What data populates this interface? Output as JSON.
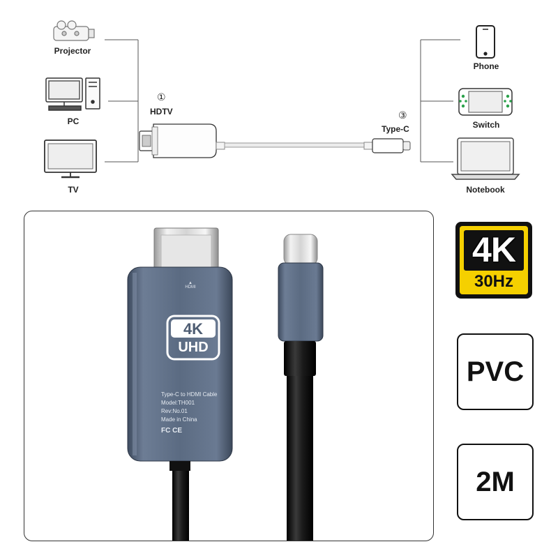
{
  "diagram": {
    "left_devices": [
      "Projector",
      "PC",
      "TV"
    ],
    "right_devices": [
      "Phone",
      "Switch",
      "Notebook"
    ],
    "hdtv": {
      "marker": "①",
      "label": "HDTV"
    },
    "typec": {
      "marker": "③",
      "label": "Type-C"
    }
  },
  "product": {
    "hdmi_mark": "HDMI",
    "uhd_badge": {
      "top": "4K",
      "bottom": "UHD"
    },
    "spec_lines": [
      "Type-C to HDMI Cable",
      "Model:TH001",
      "Rev:No.01",
      "Made in China"
    ],
    "cert_marks": "FC CE"
  },
  "badges": {
    "resolution": {
      "main": "4K",
      "sub": "30Hz"
    },
    "material": "PVC",
    "length": "2M"
  },
  "colors": {
    "housing": "#5b6b82",
    "badge_yellow": "#f5d000",
    "outline": "#111111"
  }
}
